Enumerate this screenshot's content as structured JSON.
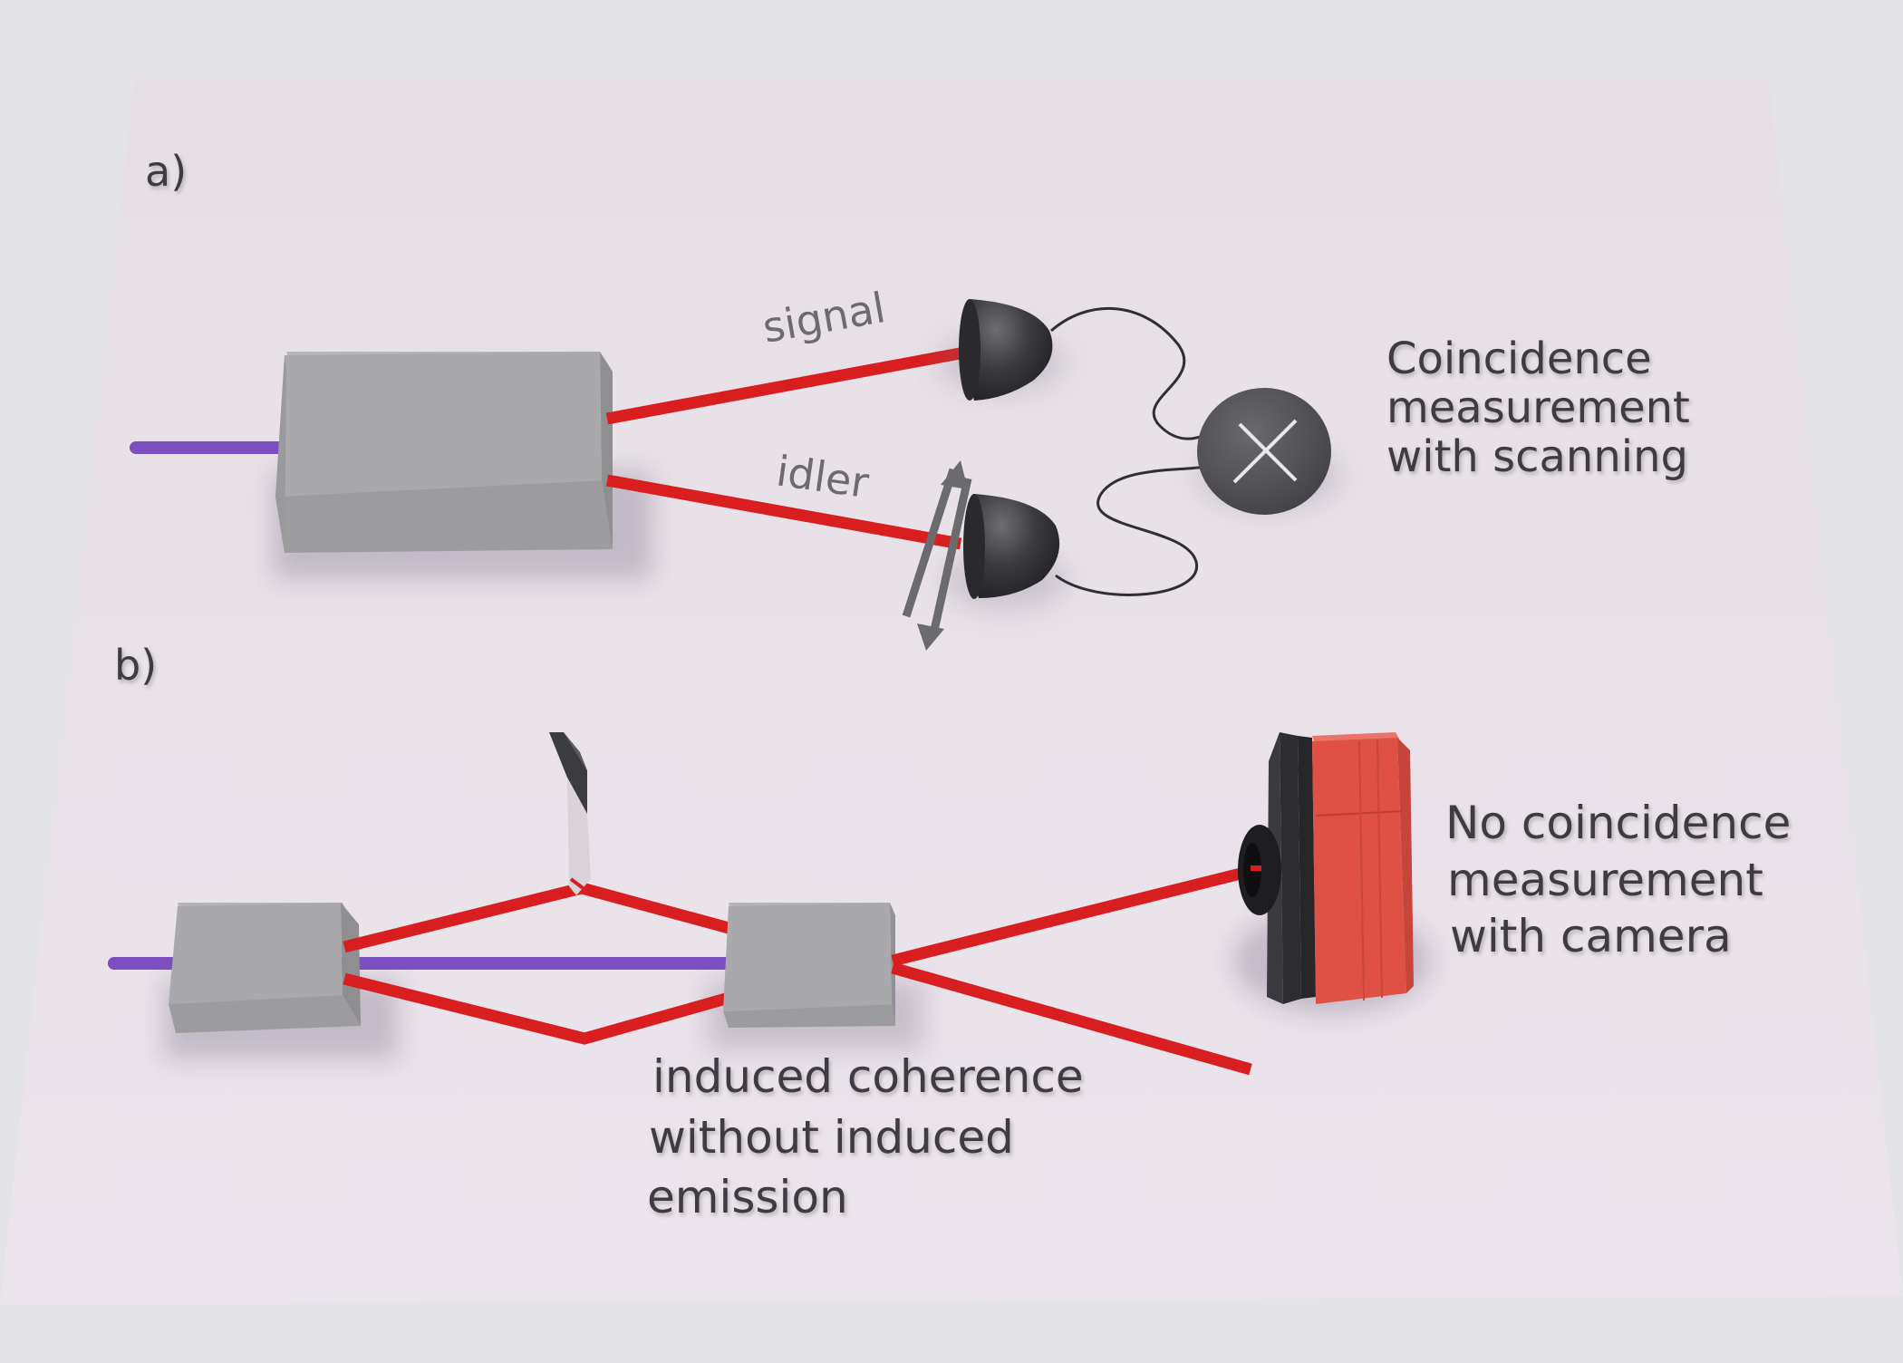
{
  "panel_a": {
    "label": "a)",
    "signal_label": "signal",
    "idler_label": "idler",
    "description": [
      "Coincidence",
      "measurement",
      "with scanning"
    ]
  },
  "panel_b": {
    "label": "b)",
    "caption": [
      "induced coherence",
      "without induced",
      "emission"
    ],
    "description": [
      "No coincidence",
      "measurement",
      "with camera"
    ]
  },
  "colors": {
    "pump_beam": "#7b4fc0",
    "photon_beam": "#d81e1e",
    "crystal": "#a6a6a8",
    "detector": "#353538",
    "camera": "#e2584b",
    "board": "#e7dee6",
    "text": "#3f3b42"
  },
  "icons": [
    "pump-beam",
    "nonlinear-crystal",
    "single-photon-detector",
    "coincidence-counter",
    "scan-arrows",
    "mirror",
    "camera"
  ]
}
